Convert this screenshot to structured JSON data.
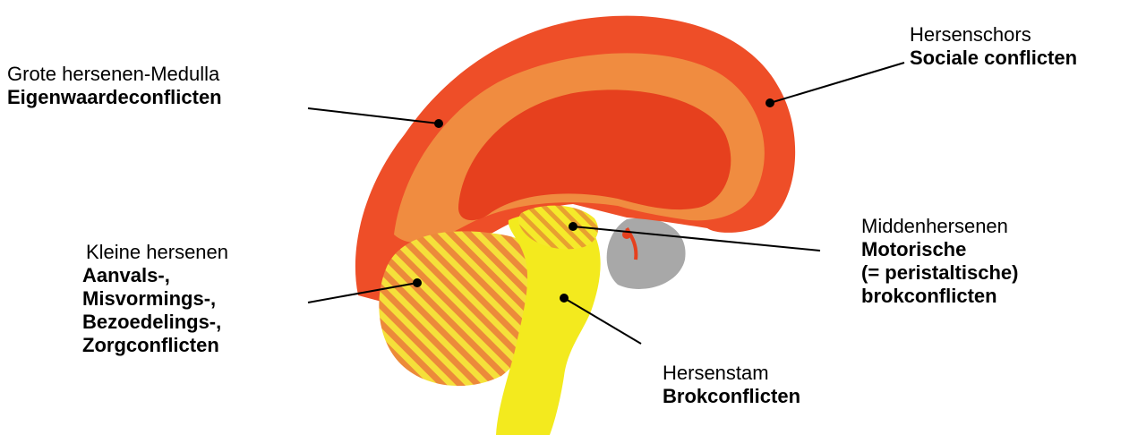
{
  "colors": {
    "cortex": "#ee4e28",
    "medulla": "#f08c40",
    "inner": "#e6401e",
    "cerebellum": "#ec8a3a",
    "brainstem": "#f3ea1e",
    "grey": "#a8a8a8"
  },
  "labels": {
    "medulla": {
      "name": "Grote hersenen-Medulla",
      "conflict": "Eigenwaardeconflicten"
    },
    "cortex": {
      "name": "Hersenschors",
      "conflict": "Sociale conflicten"
    },
    "cerebellum": {
      "name": "Kleine hersenen",
      "conflict_lines": [
        "Aanvals-,",
        "Misvormings-,",
        "Bezoedelings-,",
        "Zorgconflicten"
      ]
    },
    "midbrain": {
      "name": "Middenhersenen",
      "conflict_lines": [
        "Motorische",
        "(= peristaltische)",
        "brokconflicten"
      ]
    },
    "brainstem": {
      "name": "Hersenstam",
      "conflict": "Brokconflicten"
    }
  }
}
